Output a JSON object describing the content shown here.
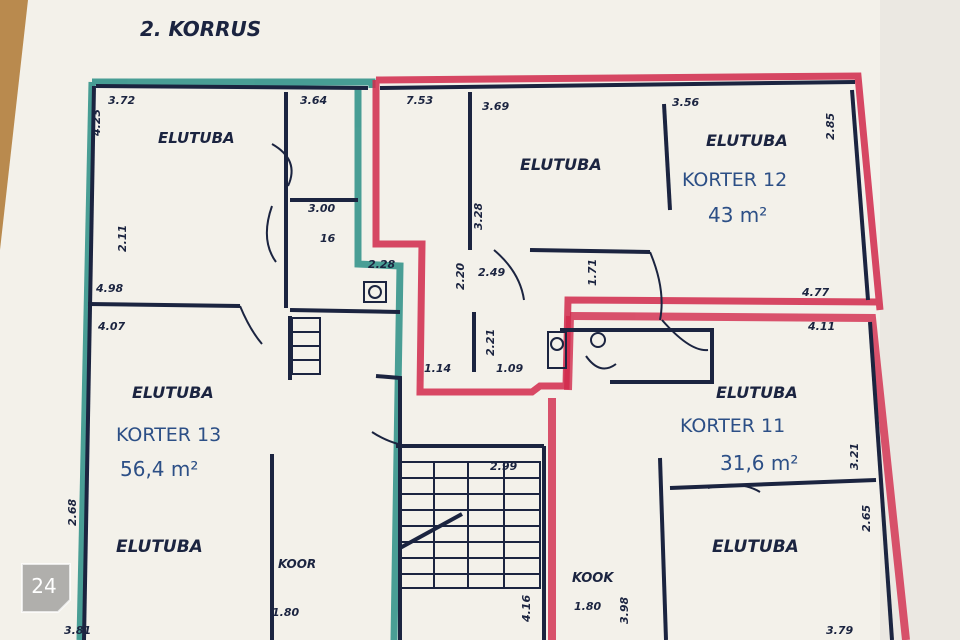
{
  "floor_title": "2. KORRUS",
  "colors": {
    "paper": "#f3f1ea",
    "ink": "#1b2440",
    "teal_outline": "#2a8f86",
    "red_outline": "#d22a4c",
    "pen_blue": "#2c4f86"
  },
  "rooms": [
    {
      "label": "ELUTUBA"
    },
    {
      "label": "ELUTUBA"
    },
    {
      "label": "ELUTUBA"
    },
    {
      "label": "ELUTUBA"
    },
    {
      "label": "ELUTUBA"
    },
    {
      "label": "ELUTUBA"
    },
    {
      "label": "KOOR"
    },
    {
      "label": "KOOK"
    }
  ],
  "apartments": [
    {
      "name": "KORTER 12",
      "area": "43 m²",
      "outline": "red"
    },
    {
      "name": "KORTER 13",
      "area": "56,4 m²",
      "outline": "teal"
    },
    {
      "name": "KORTER 11",
      "area": "31,6 m²",
      "outline": "red"
    }
  ],
  "dimensions": [
    "3.72",
    "3.64",
    "7.53",
    "3.69",
    "3.56",
    "4.23",
    "2.85",
    "3.28",
    "2.28",
    "2.49",
    "2.20",
    "1.14",
    "1.09",
    "4.77",
    "4.11",
    "4.07",
    "4.98",
    "3.21",
    "2.65",
    "2.99",
    "2.68",
    "1.80",
    "1.80",
    "3.79",
    "3.81",
    "4.16",
    "3.98",
    "16",
    "3.00",
    "2.11",
    "2.21",
    "1.71"
  ],
  "watermark": "24",
  "icons": [
    "stair-icon",
    "toilet-icon",
    "stove-icon",
    "watermark-icon"
  ]
}
